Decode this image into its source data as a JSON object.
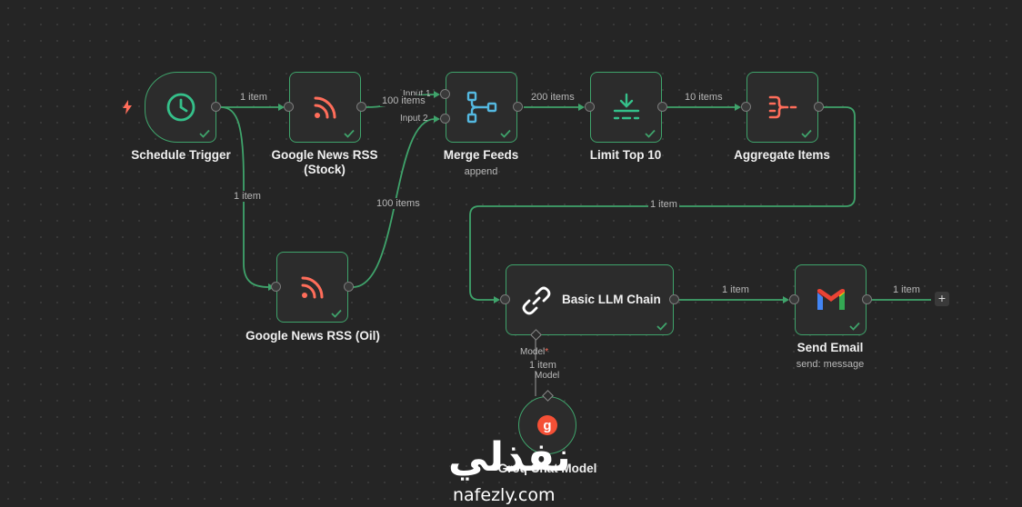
{
  "nodes": {
    "schedule": {
      "label": "Schedule Trigger"
    },
    "rss_stock": {
      "label_line1": "Google News RSS",
      "label_line2": "(Stock)"
    },
    "merge": {
      "label": "Merge Feeds",
      "sub": "append",
      "input1": "Input 1",
      "input2": "Input 2"
    },
    "limit": {
      "label": "Limit Top 10"
    },
    "aggregate": {
      "label": "Aggregate Items"
    },
    "rss_oil": {
      "label": "Google News RSS (Oil)"
    },
    "llm": {
      "label": "Basic LLM Chain",
      "model_port": "Model",
      "required_mark": "*"
    },
    "email": {
      "label": "Send Email",
      "sub": "send: message"
    },
    "groq": {
      "label": "Groq Chat Model",
      "port": "Model",
      "icon_letter": "g"
    }
  },
  "edges": {
    "trigger_to_stock": "1 item",
    "trigger_to_oil": "1 item",
    "stock_to_merge": "100 items",
    "oil_to_merge": "100 items",
    "merge_to_limit": "200 items",
    "limit_to_aggregate": "10 items",
    "aggregate_to_llm": "1 item",
    "llm_to_email": "1 item",
    "email_out": "1 item",
    "groq_to_llm": "1 item"
  },
  "add_button": "+",
  "watermark": {
    "arabic": "نفذلي",
    "latin": "nafezly.com"
  },
  "colors": {
    "success": "#3fa36b",
    "rss": "#ff6d5a",
    "trigger": "#35c08a",
    "merge": "#54b8e0",
    "llm": "#ffffff",
    "groq": "#f55036"
  }
}
